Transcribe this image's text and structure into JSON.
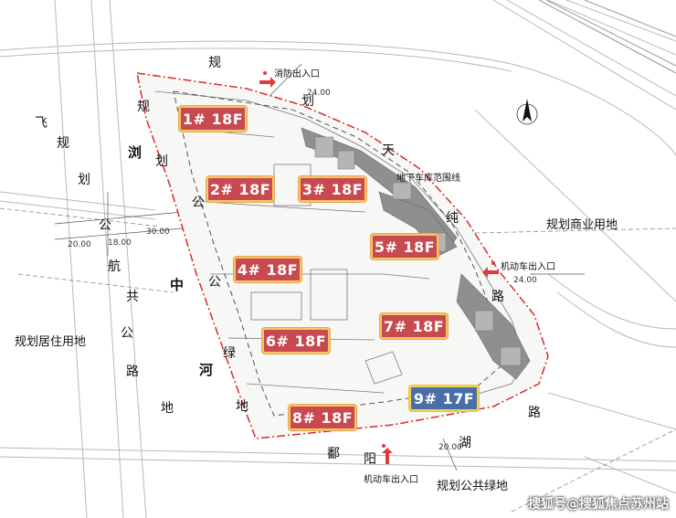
{
  "buildings": [
    {
      "label": "1# 18F"
    },
    {
      "label": "2# 18F"
    },
    {
      "label": "3# 18F"
    },
    {
      "label": "4# 18F"
    },
    {
      "label": "5# 18F"
    },
    {
      "label": "6# 18F"
    },
    {
      "label": "7# 18F"
    },
    {
      "label": "8# 18F"
    },
    {
      "label": "9# 17F"
    }
  ],
  "labels": {
    "road_gui": "规",
    "road_hua": "划",
    "road_tian": "天",
    "road_chun": "纯",
    "road_lu": "路",
    "fei": "飞",
    "gui": "规",
    "hua": "划",
    "gong": "公",
    "hang": "航",
    "gong2": "共",
    "lu": "路",
    "liu": "浏",
    "zhong": "中",
    "lv": "绿",
    "he": "河",
    "di": "地",
    "po": "鄱",
    "yang": "阳",
    "hu": "湖",
    "residential_land": "规划居住用地",
    "commercial_land": "规划商业用地",
    "public_green": "规划公共绿地",
    "fire_entrance": "消防出入口",
    "vehicle_entrance": "机动车出入口",
    "garage_line": "地下车库范围线"
  },
  "dims": {
    "d20": "20.00",
    "d18": "18.00",
    "d30": "30.00",
    "d24": "24.00"
  },
  "watermark": "搜狐号@搜狐焦点苏州站",
  "colors": {
    "building_red": "#c8494f",
    "building_blue": "#4a6ea8",
    "building_border": "#f3c867",
    "site_boundary": "#d62b2b"
  }
}
